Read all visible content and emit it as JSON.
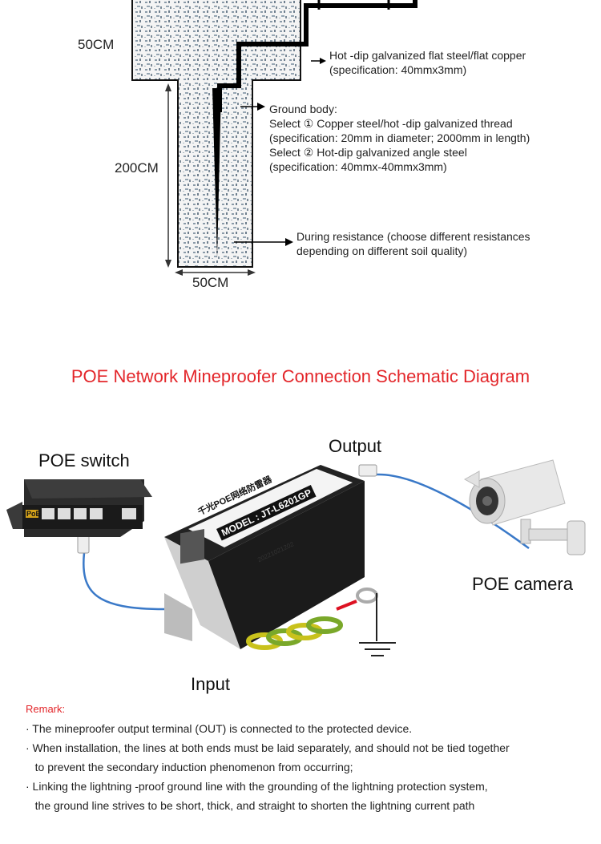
{
  "ground_section": {
    "top_depth": "50CM",
    "rod_depth": "200CM",
    "width": "50CM",
    "label_flat_steel": "Hot -dip galvanized flat steel/flat copper\n(specification: 40mmx3mm)",
    "label_ground_body": "Ground body:\nSelect ① Copper steel/hot -dip galvanized thread\n(specification: 20mm in diameter; 2000mm in length)\nSelect ② Hot-dip galvanized angle steel\n(specification: 40mmx-40mmx3mm)",
    "label_resistance": "During resistance (choose different resistances\ndepending on different soil quality)"
  },
  "schematic": {
    "title": "POE Network Mineproofer Connection Schematic Diagram",
    "poe_switch": "POE switch",
    "output": "Output",
    "poe_camera": "POE camera",
    "input": "Input",
    "device_model": "MODEL : JT-L6201GP",
    "device_brand": "千光POE网络防雷器",
    "device_serial": "20221021202",
    "switch_logo": "PoE"
  },
  "remark": {
    "title": "Remark:",
    "line1": "· The mineproofer output terminal (OUT) is connected to the protected device.",
    "line2": "· When installation, the lines at both ends must be laid separately, and should not be tied together",
    "line3": "   to prevent the secondary induction phenomenon from occurring;",
    "line4": "· Linking the lightning -proof ground line with the grounding of the lightning protection system,",
    "line5": "   the ground line strives to be short, thick, and straight to shorten the lightning current path"
  },
  "colors": {
    "title_red": "#e3262a",
    "cable_blue": "#3a79c8",
    "ground_yellow_green": "#9dbf2a",
    "device_black": "#1b1b1b"
  }
}
